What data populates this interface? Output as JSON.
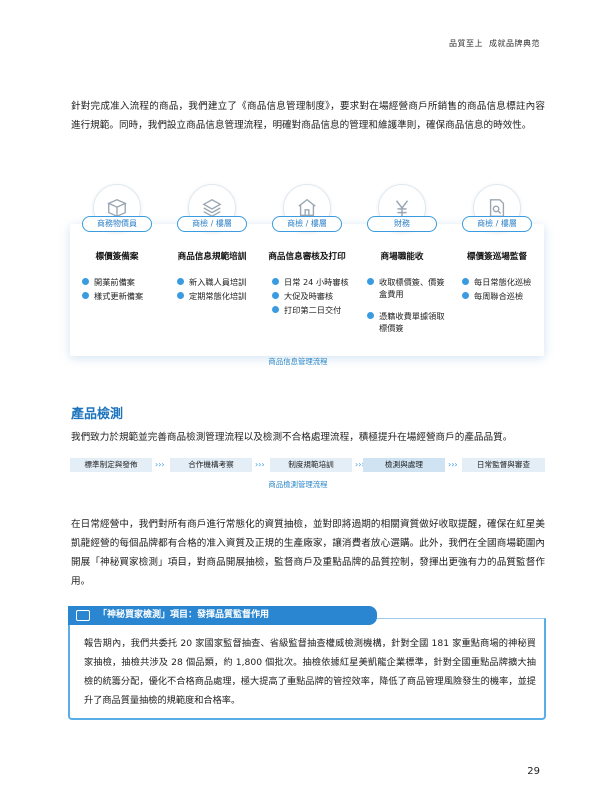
{
  "header": {
    "part1": "品質至上",
    "part2": "成就品牌典范"
  },
  "intro": "針對完成准入流程的商品，我們建立了《商品信息管理制度》，要求對在場經營商戶所銷售的商品信息標註內容進行規範。同時，我們設立商品信息管理流程，明確對商品信息的管理和維護準則，確保商品信息的時效性。",
  "cards": [
    {
      "icon": "box-icon",
      "dept": "商務物價員",
      "title": "標價簽備案",
      "items": [
        "開業前備案",
        "樣式更新備案"
      ]
    },
    {
      "icon": "layers-icon",
      "dept": "商檢 / 樓層",
      "title": "商品信息規範培訓",
      "items": [
        "新入職人員培訓",
        "定期常態化培訓"
      ]
    },
    {
      "icon": "store-icon",
      "dept": "商檢 / 樓層",
      "title": "商品信息審核及打印",
      "items": [
        "日常 24 小時審核",
        "大促及時審核",
        "打印第二日交付"
      ]
    },
    {
      "icon": "yen-icon",
      "dept": "財務",
      "title": "商場職能收",
      "items": [
        "收取標價簽、價簽盒費用",
        "憑籍收費單據領取標價簽"
      ]
    },
    {
      "icon": "search-doc-icon",
      "dept": "商檢 / 樓層",
      "title": "標價簽巡場監督",
      "items": [
        "每日常態化巡檢",
        "每周聯合巡檢"
      ]
    }
  ],
  "flow_caption": "商品信息管理流程",
  "section_title": "產品檢測",
  "detect_intro": "我們致力於規範並完善商品檢測管理流程以及檢測不合格處理流程，積極提升在場經營商戶的產品品質。",
  "steps": [
    "標準制定與發佈",
    "合作機構考察",
    "制度規範培訓",
    "檢測與處理",
    "日常監督與審查"
  ],
  "steps_caption": "商品檢測管理流程",
  "daily": "在日常經營中，我們對所有商戶進行常態化的資質抽檢，並對即將過期的相關資質做好收取提醒，確保在紅星美凱龍經營的每個品牌都有合格的准入資質及正規的生產廠家，讓消費者放心選購。此外，我們在全國商場範圍內開展「神秘買家檢測」項目，對商品開展抽檢，監督商戶及重點品牌的品質控制，發揮出更強有力的品質監督作用。",
  "case": {
    "title": "「神秘買家檢測」項目：發揮品質監督作用",
    "text": "報告期內，我們共委托 20 家國家監督抽查、省級監督抽查權威檢測機構，針對全國 181 家重點商場的神秘買家抽檢，抽檢共涉及 28 個品類，約 1,800 個批次。抽檢依據紅星美凱龍企業標準，針對全國重點品牌擴大抽檢的統籌分配，優化不合格商品處理，極大提高了重點品牌的管控效率，降低了商品管理風險發生的機率，並提升了商品質量抽檢的規範度和合格率。"
  },
  "page_number": "29",
  "colors": {
    "accent": "#2a86d0",
    "pill_border": "#3a9be0",
    "step_bg": "#e3eef7"
  }
}
